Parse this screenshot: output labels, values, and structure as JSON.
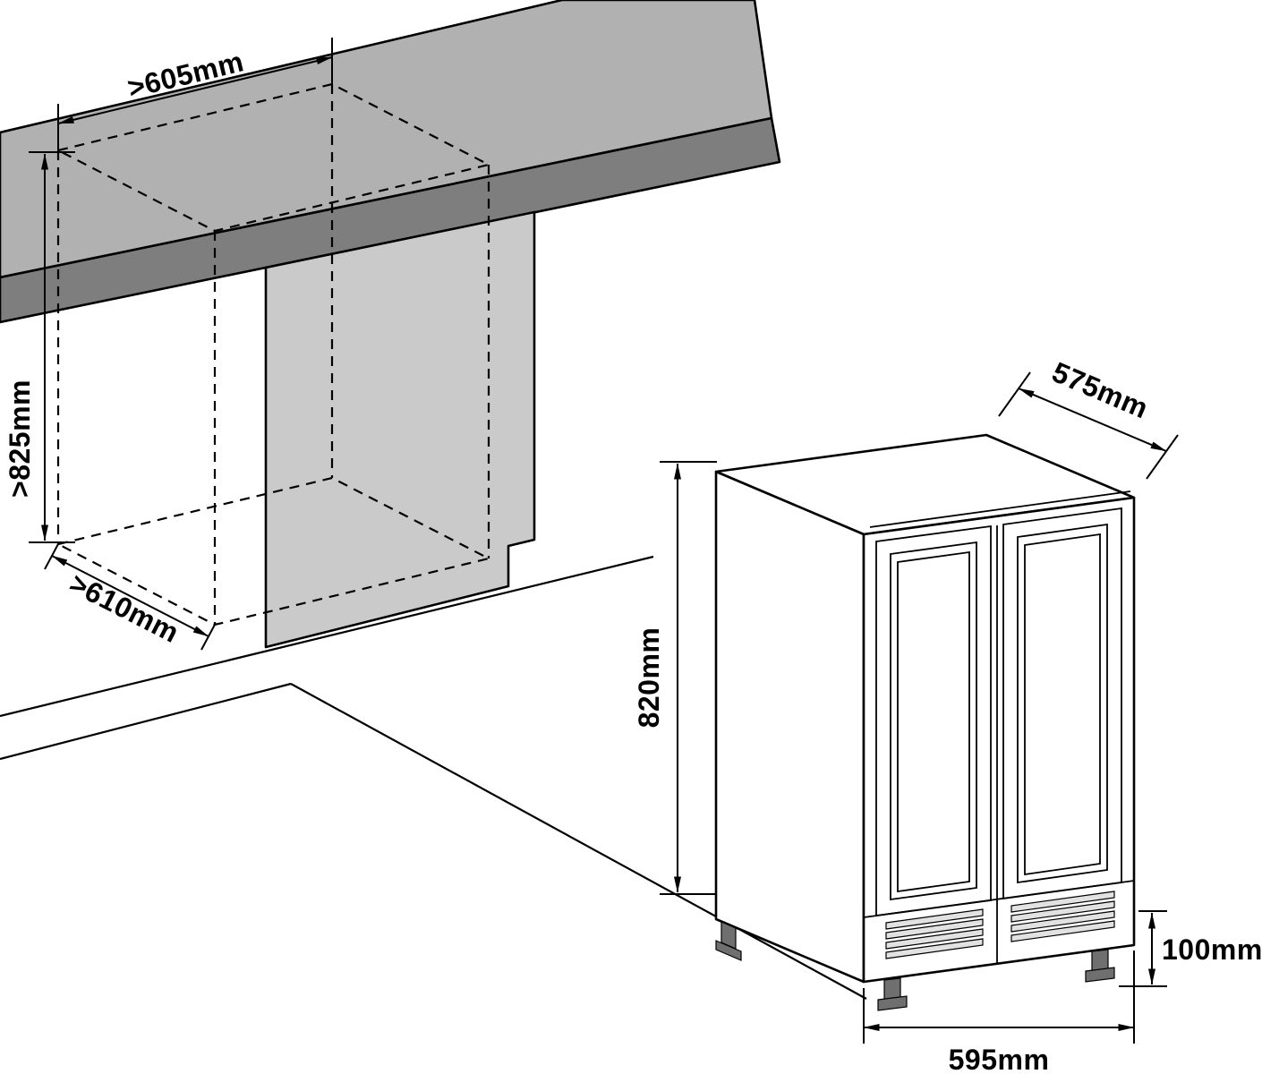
{
  "diagram": {
    "niche": {
      "width_label": ">605mm",
      "height_label": ">825mm",
      "depth_label": ">610mm"
    },
    "unit": {
      "depth_label": "575mm",
      "height_label": "820mm",
      "base_height_label": "100mm",
      "width_label": "595mm"
    },
    "colors": {
      "countertop": "#b1b1b1",
      "counter_edge": "#7e7e7e",
      "side_panel": "#cacaca"
    }
  }
}
